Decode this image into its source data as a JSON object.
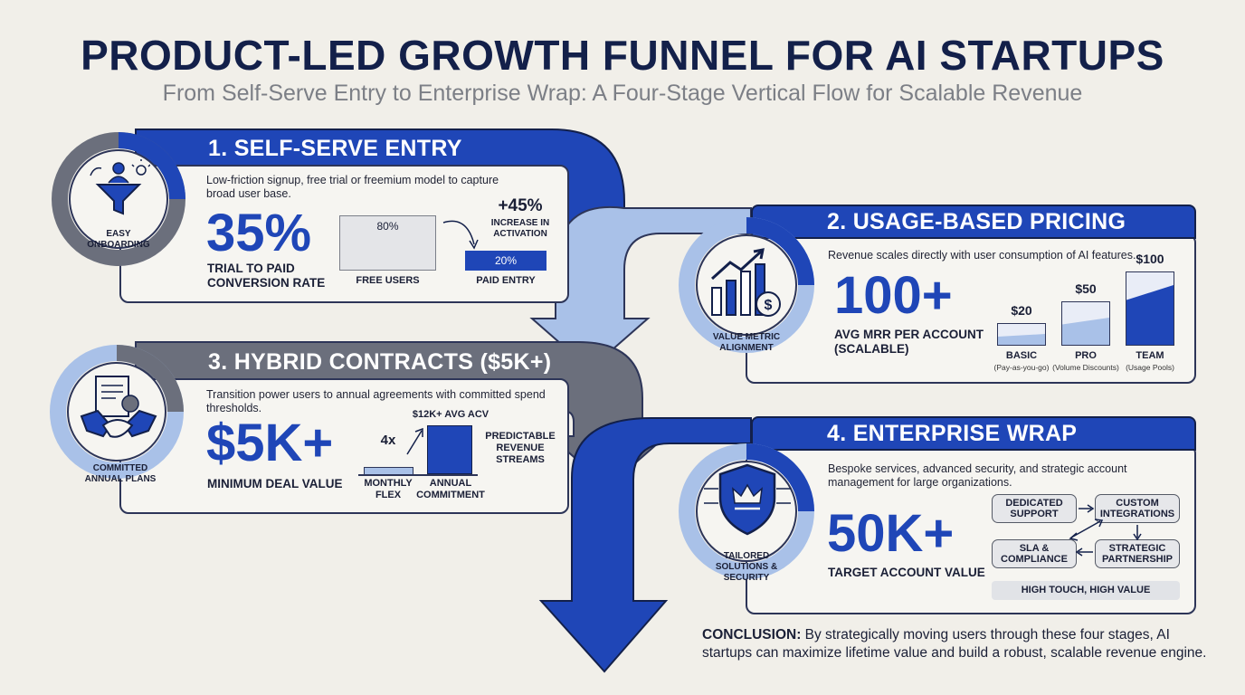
{
  "title": "PRODUCT-LED GROWTH FUNNEL FOR AI STARTUPS",
  "subtitle": "From Self-Serve Entry to Enterprise Wrap: A Four-Stage Vertical Flow for Scalable Revenue",
  "colors": {
    "blue": "#1f46b7",
    "gray": "#6b6f7c",
    "light_blue": "#a9c1e8",
    "dark": "#13204a"
  },
  "stage1": {
    "header": "1. SELF-SERVE ENTRY",
    "icon": "funnel-people-icon",
    "circle_label": "EASY ONBOARDING",
    "description": "Low-friction signup, free trial or freemium model to capture broad user base.",
    "metric": "35%",
    "metric_label": "TRIAL TO PAID CONVERSION RATE",
    "bar_free_value": "80%",
    "bar_free_label": "FREE USERS",
    "bar_paid_value": "20%",
    "bar_paid_label": "PAID ENTRY",
    "increase": "+45%",
    "increase_label": "INCREASE IN ACTIVATION"
  },
  "stage2": {
    "header": "2. USAGE-BASED PRICING",
    "icon": "growth-chart-icon",
    "circle_label": "VALUE METRIC ALIGNMENT",
    "description": "Revenue scales directly with user consumption of AI features.",
    "metric": "100+",
    "metric_label": "AVG MRR PER ACCOUNT (SCALABLE)",
    "tiers": [
      {
        "price": "$20",
        "name": "BASIC",
        "note": "(Pay-as-you-go)",
        "level": 0.3
      },
      {
        "price": "$50",
        "name": "PRO",
        "note": "(Volume Discounts)",
        "level": 0.6
      },
      {
        "price": "$100",
        "name": "TEAM",
        "note": "(Usage Pools)",
        "level": 1.0
      }
    ]
  },
  "stage3": {
    "header": "3. HYBRID CONTRACTS ($5K+)",
    "icon": "handshake-contract-icon",
    "circle_label": "COMMITTED ANNUAL PLANS",
    "description": "Transition power users to annual agreements with committed spend thresholds.",
    "metric": "$5K+",
    "metric_label": "MINIMUM DEAL VALUE",
    "multiplier": "4x",
    "acv": "$12K+ AVG ACV",
    "monthly_label": "MONTHLY FLEX",
    "annual_label": "ANNUAL COMMITMENT",
    "predictable": "PREDICTABLE REVENUE STREAMS"
  },
  "stage4": {
    "header": "4. ENTERPRISE WRAP",
    "icon": "shield-crown-icon",
    "circle_label": "TAILORED SOLUTIONS & SECURITY",
    "description": "Bespoke services, advanced security, and strategic account management for large organizations.",
    "metric": "50K+",
    "metric_label": "TARGET ACCOUNT VALUE",
    "boxes": {
      "dedicated": "DEDICATED SUPPORT",
      "custom": "CUSTOM INTEGRATIONS",
      "sla": "SLA & COMPLIANCE",
      "strategic": "STRATEGIC PARTNERSHIP"
    },
    "badge": "HIGH TOUCH, HIGH VALUE"
  },
  "conclusion": {
    "lead": "CONCLUSION:",
    "text": " By strategically moving users through these four stages, AI startups can maximize lifetime value and build a robust, scalable revenue engine."
  }
}
